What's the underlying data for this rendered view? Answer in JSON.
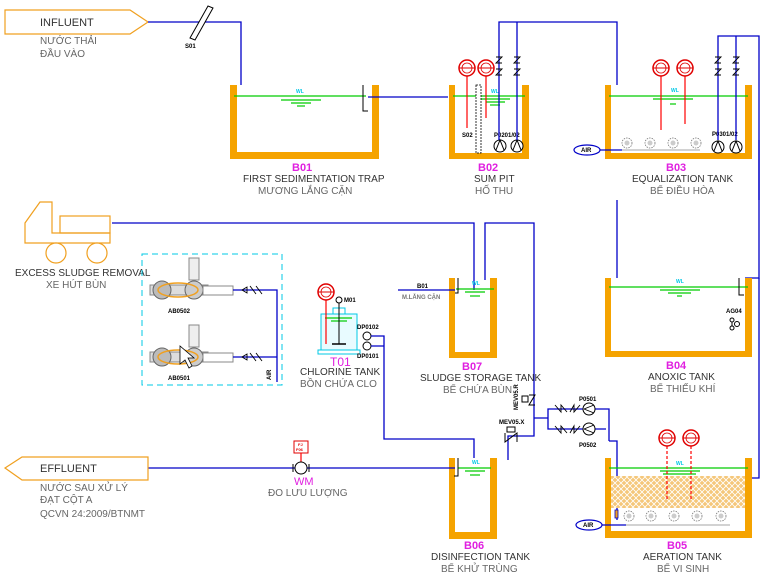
{
  "diagram": {
    "title": "Wastewater Treatment Process Flow",
    "influent": {
      "label": "INFLUENT",
      "sub1": "NƯỚC THẢI",
      "sub2": "ĐẦU VÀO",
      "screen_tag": "S01"
    },
    "effluent": {
      "label": "EFFLUENT",
      "sub1": "NƯỚC SAU XỬ LÝ",
      "sub2": "ĐẠT CỘT A",
      "sub3": "QCVN 24:2009/BTNMT"
    },
    "water_level_label": "WL",
    "tanks": {
      "b01": {
        "code": "B01",
        "name": "FIRST SEDIMENTATION TRAP",
        "sub": "MƯƠNG LẮNG CẶN"
      },
      "b02": {
        "code": "B02",
        "name": "SUM PIT",
        "sub": "HỐ THU",
        "sensor_tag": "S02",
        "pump_tag": "P0201/02"
      },
      "b03": {
        "code": "B03",
        "name": "EQUALIZATION TANK",
        "sub": "BỂ ĐIỀU HÒA",
        "pump_tag": "P0301/02",
        "air_label": "AIR"
      },
      "b04": {
        "code": "B04",
        "name": "ANOXIC TANK",
        "sub": "BỂ THIẾU KHÍ",
        "mixer_tag": "AG04"
      },
      "b05": {
        "code": "B05",
        "name": "AERATION TANK",
        "sub": "BỂ VI SINH",
        "air_label": "AIR"
      },
      "b06": {
        "code": "B06",
        "name": "DISINFECTION TANK",
        "sub": "BỂ KHỬ TRÙNG"
      },
      "b07": {
        "code": "B07",
        "name": "SLUDGE STORAGE TANK",
        "sub": "BỂ CHỨA BÙN",
        "return_code": "B01",
        "return_label": "M.LẮNG CẶN"
      },
      "t01": {
        "code": "T01",
        "name": "CHLORINE TANK",
        "sub": "BỒN CHỨA CLO",
        "motor_tag": "M01",
        "pump1_tag": "DP0102",
        "pump2_tag": "DP0101"
      }
    },
    "sludge_truck": {
      "name": "EXCESS SLUDGE REMOVAL",
      "sub": "XE HÚT BÙN"
    },
    "blowers": {
      "b1_tag": "AB0502",
      "b2_tag": "AB0501",
      "air_label": "AIR"
    },
    "valves": {
      "mev_r": "MEV05.R",
      "mev_x": "MEV05.X"
    },
    "pumps": {
      "p1": "P0501",
      "p2": "P0502"
    },
    "flow_meter": {
      "code": "WM",
      "sub": "ĐO LƯU LƯỢNG",
      "tag_top": "FJ",
      "tag_bottom": "F06"
    }
  }
}
